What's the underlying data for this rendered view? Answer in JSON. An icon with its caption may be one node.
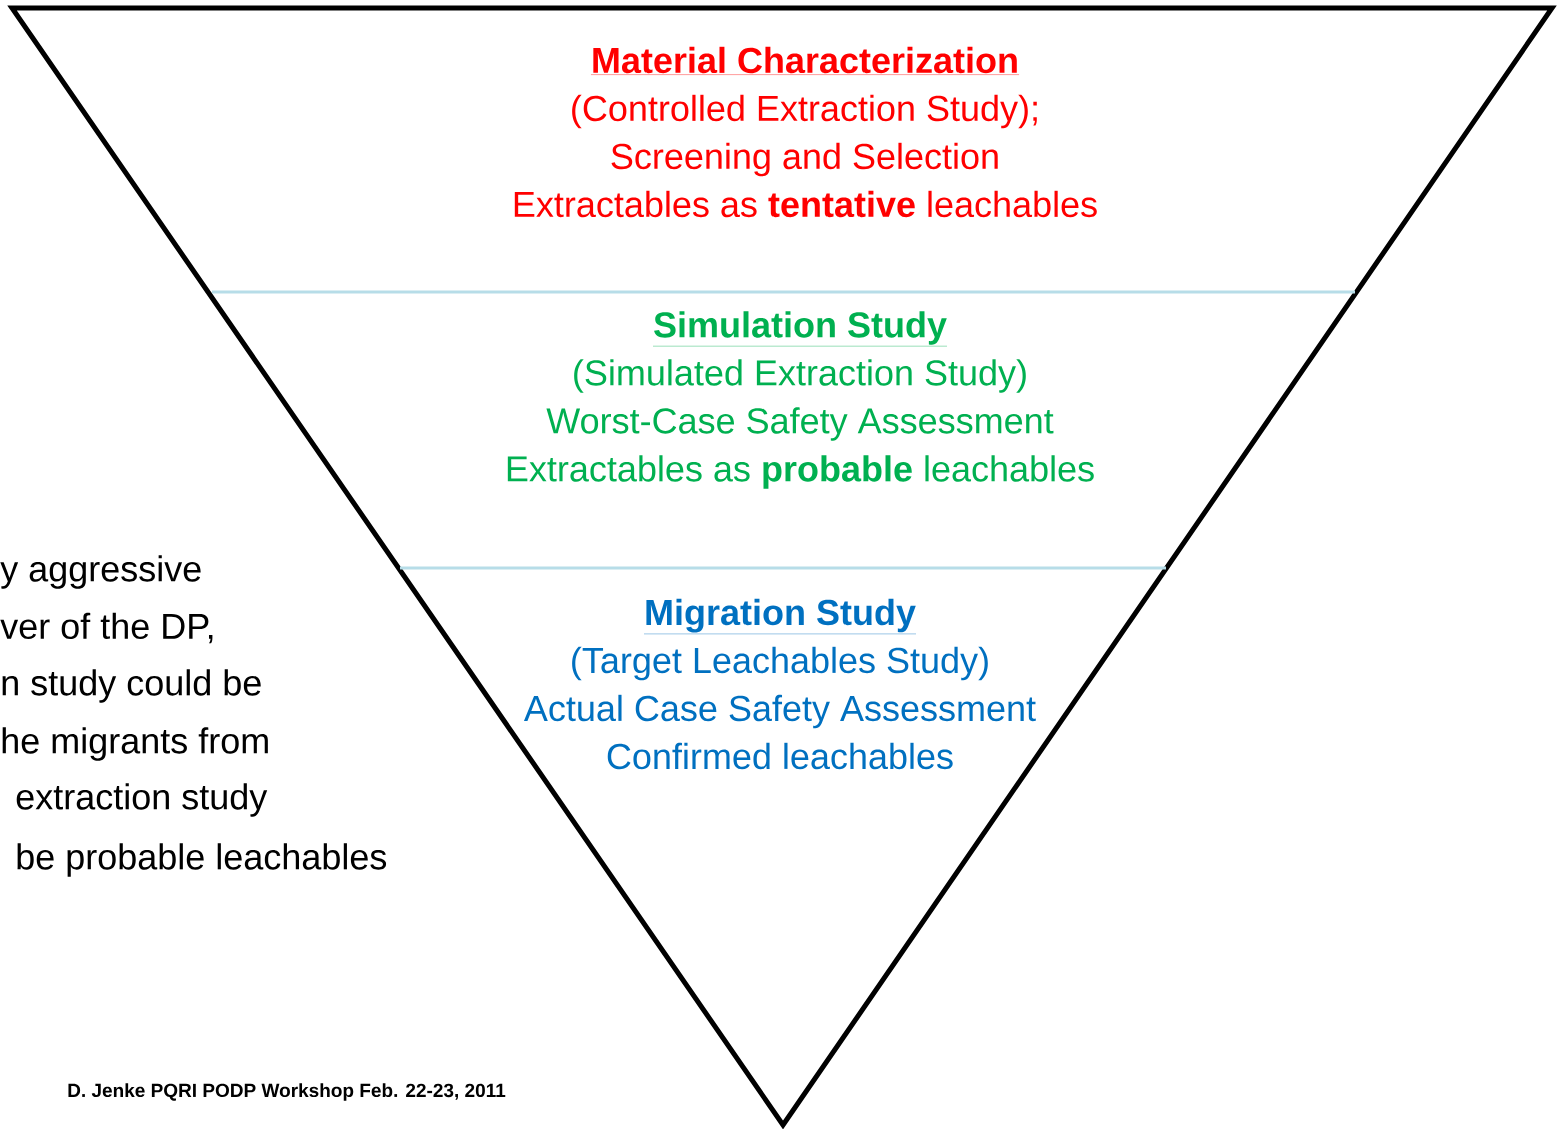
{
  "diagram": {
    "nodes": [
      {
        "text": [
          "Material Characterization",
          "(Controlled Extraction Study);",
          "Screening and Selection",
          "Extractables as **tentative** leachables"
        ]
      },
      {
        "text": [
          "Simulation Study",
          "(Simulated Extraction Study)",
          "Worst-Case Safety Assessment",
          "Extractables as **probable** leachables"
        ]
      },
      {
        "text": [
          "Migration Study",
          "(Target Leachables Study)",
          "Actual Case Safety Assessment",
          "Confirmed leachables"
        ]
      }
    ],
    "labels": [
      "y aggressive",
      "ver of the DP,",
      "n study could be",
      "he migrants from",
      "extraction study",
      "be probable leachables",
      "D. Jenke PQRI PODP Workshop Feb. 22-23, 2011"
    ]
  }
}
